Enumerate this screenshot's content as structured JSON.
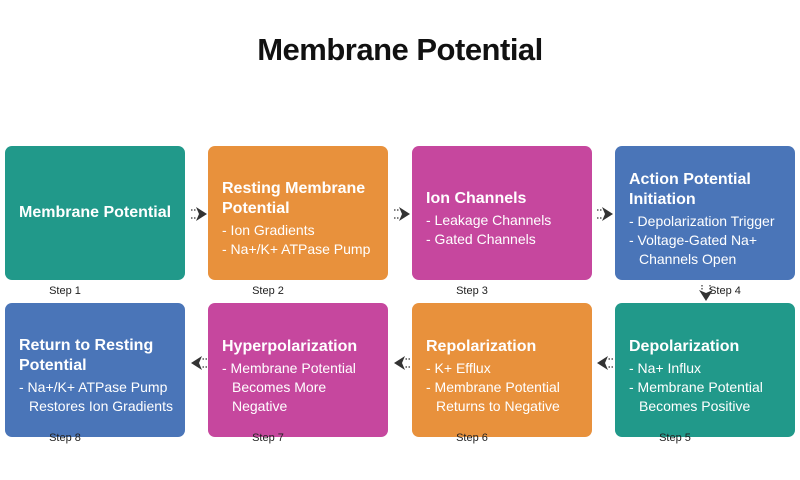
{
  "title": "Membrane Potential",
  "colors": {
    "teal": "#21998a",
    "orange": "#e8913c",
    "magenta": "#c6479e",
    "blue": "#4a75b8",
    "arrow": "#333333"
  },
  "steps": [
    {
      "title": "Membrane Potential",
      "bullets": [],
      "step": "Step 1",
      "color": "teal"
    },
    {
      "title": "Resting Membrane Potential",
      "bullets": [
        "- Ion Gradients",
        "- Na+/K+ ATPase Pump"
      ],
      "step": "Step 2",
      "color": "orange"
    },
    {
      "title": "Ion Channels",
      "bullets": [
        "- Leakage Channels",
        "- Gated Channels"
      ],
      "step": "Step 3",
      "color": "magenta"
    },
    {
      "title": "Action Potential Initiation",
      "bullets": [
        "- Depolarization Trigger",
        "- Voltage-Gated Na+ Channels Open"
      ],
      "step": "Step 4",
      "color": "blue"
    },
    {
      "title": "Depolarization",
      "bullets": [
        "- Na+ Influx",
        "- Membrane Potential Becomes Positive"
      ],
      "step": "Step 5",
      "color": "teal"
    },
    {
      "title": "Repolarization",
      "bullets": [
        "- K+ Efflux",
        "- Membrane Potential Returns to Negative"
      ],
      "step": "Step 6",
      "color": "orange"
    },
    {
      "title": "Hyperpolarization",
      "bullets": [
        "- Membrane Potential Becomes More Negative"
      ],
      "step": "Step 7",
      "color": "magenta"
    },
    {
      "title": "Return to Resting Potential",
      "bullets": [
        "- Na+/K+ ATPase Pump Restores Ion Gradients"
      ],
      "step": "Step 8",
      "color": "blue"
    }
  ]
}
